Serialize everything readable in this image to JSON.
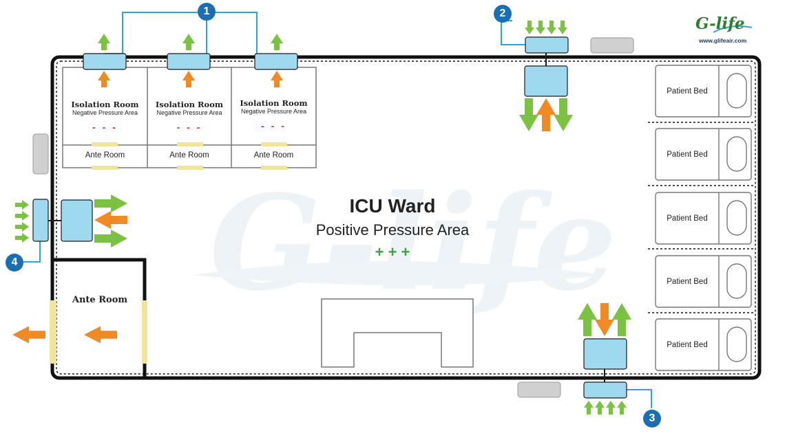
{
  "brand": {
    "logo_text": "G-life",
    "website": "www.glifeair.com",
    "watermark": "G-life"
  },
  "ward": {
    "title": "ICU Ward",
    "subtitle": "Positive Pressure Area",
    "pressure_symbol": "+ + +"
  },
  "isolation_rooms": [
    {
      "title": "Isolation Room",
      "subtitle": "Negative Pressure Area",
      "pressure_symbol": "- - -",
      "ante_label": "Ante Room"
    },
    {
      "title": "Isolation Room",
      "subtitle": "Negative Pressure Area",
      "pressure_symbol": "- - -",
      "ante_label": "Ante Room"
    },
    {
      "title": "Isolation Room",
      "subtitle": "Negative Pressure Area",
      "pressure_symbol": "- - -",
      "ante_label": "Ante Room"
    }
  ],
  "entry_ante_room": {
    "label": "Ante Room"
  },
  "patient_beds": [
    {
      "label": "Patient Bed"
    },
    {
      "label": "Patient Bed"
    },
    {
      "label": "Patient Bed"
    },
    {
      "label": "Patient Bed"
    },
    {
      "label": "Patient Bed"
    }
  ],
  "units": [
    {
      "number": "1"
    },
    {
      "number": "2"
    },
    {
      "number": "3"
    },
    {
      "number": "4"
    }
  ],
  "colors": {
    "wall": "#111111",
    "unit_fill": "#9fd9f0",
    "unit_stroke": "#1b1b1b",
    "duct": "#2aa7d8",
    "badge": "#1a6fb3",
    "arrow_green": "#7cc242",
    "arrow_orange": "#f08a24",
    "door": "#f0e59a",
    "grey_block": "#d0d0d0",
    "negative_symbol": "#d0342c",
    "positive_symbol": "#3aa53a"
  }
}
